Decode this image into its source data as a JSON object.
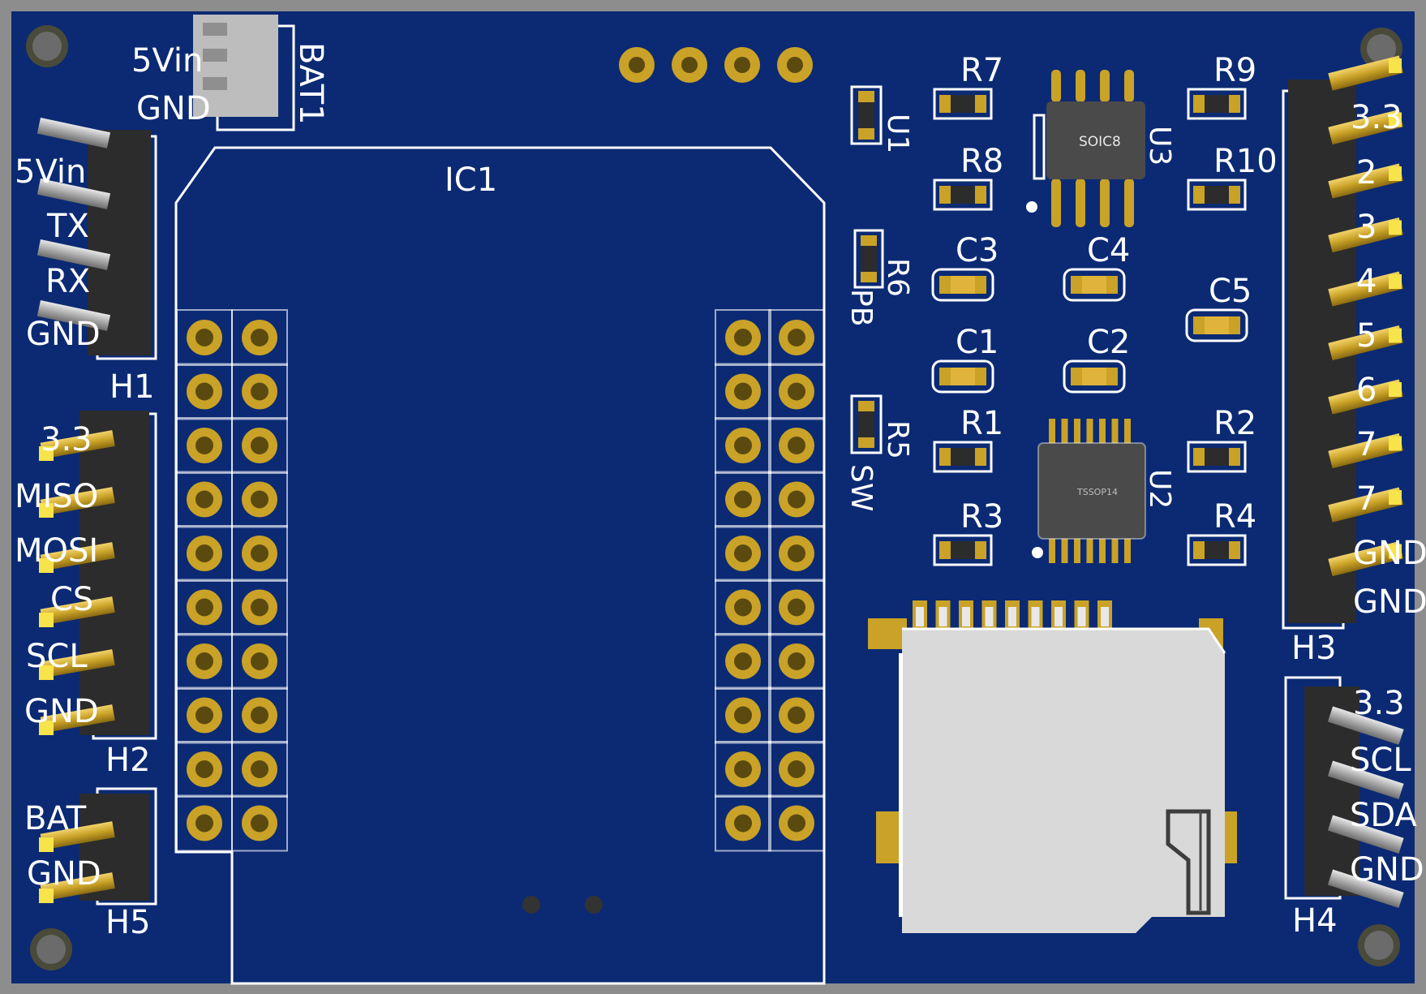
{
  "board": {
    "colors": {
      "frame": "#8d8d8d",
      "pcb": "#0b2a73",
      "silkscreen": "#ffffff",
      "gold": "#c9a227",
      "pin_dark": "#2c2c2c",
      "sd_metal": "#d9d9d9"
    }
  },
  "labels": {
    "bat1": "BAT1",
    "bat1_5vin": "5Vin",
    "bat1_gnd": "GND",
    "ic1": "IC1",
    "u1": "U1",
    "u2": "U2",
    "u3": "U3",
    "pb": "PB",
    "sw": "SW",
    "h1": "H1",
    "h2": "H2",
    "h3": "H3",
    "h4": "H4",
    "h5": "H5",
    "h1_pins": [
      "5Vin",
      "TX",
      "RX",
      "GND"
    ],
    "h2_pins": [
      "3.3",
      "MISO",
      "MOSI",
      "CS",
      "SCL",
      "GND"
    ],
    "h5_pins": [
      "BAT",
      "GND"
    ],
    "h3_pins": [
      "3.3",
      "2",
      "3",
      "4",
      "5",
      "6",
      "7",
      "7",
      "GND",
      "GND"
    ],
    "h4_pins": [
      "3.3",
      "SCL",
      "SDA",
      "GND"
    ],
    "resistors": [
      "R7",
      "R8",
      "R9",
      "R10",
      "R6",
      "R1",
      "R2",
      "R3",
      "R4",
      "R5"
    ],
    "capacitors": [
      "C3",
      "C4",
      "C5",
      "C1",
      "C2"
    ],
    "soic8": "SOIC8",
    "tssop14": "TSSOP14"
  }
}
